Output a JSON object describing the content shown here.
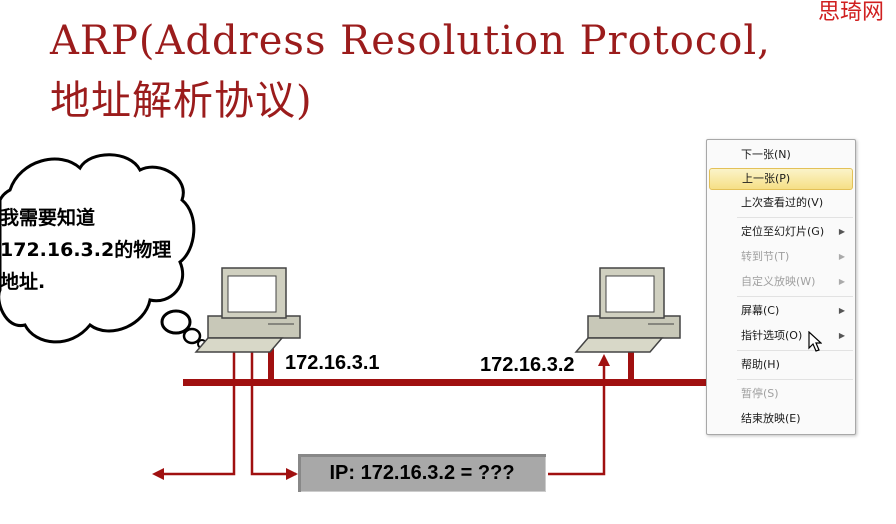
{
  "slide": {
    "title_line1": "ARP(Address Resolution Protocol,",
    "title_line2": "地址解析协议)",
    "watermark": "思琦网"
  },
  "bubble": {
    "line1": "我需要知道",
    "line2": "172.16.3.2的物理",
    "line3": "地址."
  },
  "hosts": {
    "host1_ip": "172.16.3.1",
    "host2_ip": "172.16.3.2"
  },
  "query_box": "IP: 172.16.3.2 = ???",
  "colors": {
    "title": "#9b1c1c",
    "network_line": "#a01010",
    "query_bg": "#a8a8a8",
    "menu_highlight": "#f6df86"
  },
  "context_menu": {
    "items": [
      {
        "label": "下一张(N)",
        "disabled": false,
        "submenu": false
      },
      {
        "label": "上一张(P)",
        "disabled": false,
        "submenu": false,
        "highlighted": true
      },
      {
        "label": "上次查看过的(V)",
        "disabled": false,
        "submenu": false
      },
      {
        "label": "定位至幻灯片(G)",
        "disabled": false,
        "submenu": true
      },
      {
        "label": "转到节(T)",
        "disabled": true,
        "submenu": true
      },
      {
        "label": "自定义放映(W)",
        "disabled": true,
        "submenu": true
      },
      {
        "label": "屏幕(C)",
        "disabled": false,
        "submenu": true
      },
      {
        "label": "指针选项(O)",
        "disabled": false,
        "submenu": true
      },
      {
        "label": "帮助(H)",
        "disabled": false,
        "submenu": false
      },
      {
        "label": "暂停(S)",
        "disabled": true,
        "submenu": false
      },
      {
        "label": "结束放映(E)",
        "disabled": false,
        "submenu": false
      }
    ]
  }
}
